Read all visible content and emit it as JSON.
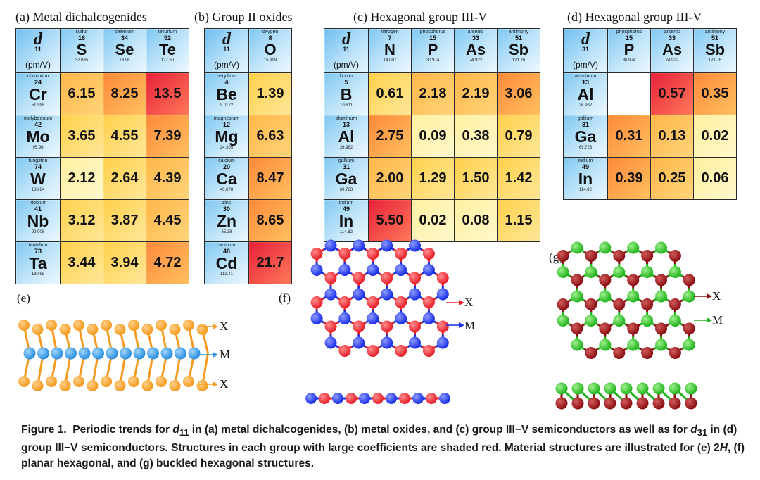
{
  "panels": [
    {
      "id": "a",
      "title": "(a) Metal dichalcogenides",
      "corner": {
        "d": "d",
        "sub": "11",
        "unit": "(pm/V)"
      },
      "cols": [
        {
          "name": "sulfur",
          "z": "16",
          "sym": "S",
          "mass": "32.065"
        },
        {
          "name": "selenium",
          "z": "34",
          "sym": "Se",
          "mass": "78.96"
        },
        {
          "name": "tellurium",
          "z": "52",
          "sym": "Te",
          "mass": "127.60"
        }
      ],
      "rows": [
        {
          "name": "chromium",
          "z": "24",
          "sym": "Cr",
          "mass": "51.996",
          "values": [
            "6.15",
            "8.25",
            "13.5"
          ],
          "levels": [
            3,
            4,
            6
          ]
        },
        {
          "name": "molybdenum",
          "z": "42",
          "sym": "Mo",
          "mass": "95.96",
          "values": [
            "3.65",
            "4.55",
            "7.39"
          ],
          "levels": [
            2,
            2,
            4
          ]
        },
        {
          "name": "tungsten",
          "z": "74",
          "sym": "W",
          "mass": "183.84",
          "values": [
            "2.12",
            "2.64",
            "4.39"
          ],
          "levels": [
            1,
            2,
            3
          ]
        },
        {
          "name": "niobium",
          "z": "41",
          "sym": "Nb",
          "mass": "92.906",
          "values": [
            "3.12",
            "3.87",
            "4.45"
          ],
          "levels": [
            2,
            2,
            3
          ]
        },
        {
          "name": "tantalum",
          "z": "73",
          "sym": "Ta",
          "mass": "180.95",
          "values": [
            "3.44",
            "3.94",
            "4.72"
          ],
          "levels": [
            2,
            2,
            4
          ]
        }
      ]
    },
    {
      "id": "b",
      "title": "(b) Group II oxides",
      "corner": {
        "d": "d",
        "sub": "11",
        "unit": "(pm/V)"
      },
      "cols": [
        {
          "name": "oxygen",
          "z": "8",
          "sym": "O",
          "mass": "15.999"
        }
      ],
      "rows": [
        {
          "name": "beryllium",
          "z": "4",
          "sym": "Be",
          "mass": "9.0122",
          "values": [
            "1.39"
          ],
          "levels": [
            2
          ]
        },
        {
          "name": "magnesium",
          "z": "12",
          "sym": "Mg",
          "mass": "24.305",
          "values": [
            "6.63"
          ],
          "levels": [
            3
          ]
        },
        {
          "name": "calcium",
          "z": "20",
          "sym": "Ca",
          "mass": "40.078",
          "values": [
            "8.47"
          ],
          "levels": [
            4
          ]
        },
        {
          "name": "zinc",
          "z": "30",
          "sym": "Zn",
          "mass": "65.38",
          "values": [
            "8.65"
          ],
          "levels": [
            4
          ]
        },
        {
          "name": "cadmium",
          "z": "48",
          "sym": "Cd",
          "mass": "112.41",
          "values": [
            "21.7"
          ],
          "levels": [
            6
          ]
        }
      ]
    },
    {
      "id": "c",
      "title": "(c) Hexagonal group III-V",
      "corner": {
        "d": "d",
        "sub": "11",
        "unit": "(pm/V)"
      },
      "cols": [
        {
          "name": "nitrogen",
          "z": "7",
          "sym": "N",
          "mass": "14.007"
        },
        {
          "name": "phosphorus",
          "z": "15",
          "sym": "P",
          "mass": "30.974"
        },
        {
          "name": "arsenic",
          "z": "33",
          "sym": "As",
          "mass": "74.922"
        },
        {
          "name": "antimony",
          "z": "51",
          "sym": "Sb",
          "mass": "121.76"
        }
      ],
      "rows": [
        {
          "name": "boron",
          "z": "5",
          "sym": "B",
          "mass": "10.811",
          "values": [
            "0.61",
            "2.18",
            "2.19",
            "3.06"
          ],
          "levels": [
            2,
            3,
            3,
            4
          ]
        },
        {
          "name": "aluminum",
          "z": "13",
          "sym": "Al",
          "mass": "26.982",
          "values": [
            "2.75",
            "0.09",
            "0.38",
            "0.79"
          ],
          "levels": [
            4,
            1,
            1,
            2
          ]
        },
        {
          "name": "gallium",
          "z": "31",
          "sym": "Ga",
          "mass": "69.723",
          "values": [
            "2.00",
            "1.29",
            "1.50",
            "1.42"
          ],
          "levels": [
            3,
            2,
            2,
            2
          ]
        },
        {
          "name": "indium",
          "z": "49",
          "sym": "In",
          "mass": "114.82",
          "values": [
            "5.50",
            "0.02",
            "0.08",
            "1.15"
          ],
          "levels": [
            6,
            1,
            1,
            2
          ]
        }
      ]
    },
    {
      "id": "d",
      "title": "(d) Hexagonal group III-V",
      "corner": {
        "d": "d",
        "sub": "31",
        "unit": "(pm/V)"
      },
      "cols": [
        {
          "name": "phosphorus",
          "z": "15",
          "sym": "P",
          "mass": "30.974"
        },
        {
          "name": "arsenic",
          "z": "33",
          "sym": "As",
          "mass": "74.922"
        },
        {
          "name": "antimony",
          "z": "51",
          "sym": "Sb",
          "mass": "121.76"
        }
      ],
      "rows": [
        {
          "name": "aluminum",
          "z": "13",
          "sym": "Al",
          "mass": "26.982",
          "values": [
            "",
            "0.57",
            "0.35"
          ],
          "levels": [
            0,
            6,
            4
          ]
        },
        {
          "name": "gallium",
          "z": "31",
          "sym": "Ga",
          "mass": "69.723",
          "values": [
            "0.31",
            "0.13",
            "0.02"
          ],
          "levels": [
            4,
            3,
            1
          ]
        },
        {
          "name": "indium",
          "z": "49",
          "sym": "In",
          "mass": "114.82",
          "values": [
            "0.39",
            "0.25",
            "0.06"
          ],
          "levels": [
            4,
            3,
            1
          ]
        }
      ]
    }
  ],
  "structures": {
    "e": {
      "label": "(e)",
      "arrows": [
        "X",
        "M",
        "X"
      ],
      "colors": {
        "X": "#f59a1e",
        "M": "#2a8fe0"
      }
    },
    "f": {
      "label": "(f)",
      "arrows": [
        "X",
        "M"
      ],
      "colors": {
        "X": "#e8202a",
        "M": "#1a2ee8"
      }
    },
    "g": {
      "label": "(g)",
      "arrows": [
        "X",
        "M"
      ],
      "colors": {
        "X": "#8b0f12",
        "M": "#22b41e"
      }
    }
  },
  "caption": {
    "fig": "Figure 1.",
    "t1": "Periodic trends for ",
    "d": "d",
    "sub1": "11",
    "t2": " in (a) metal dichalcogenides, (b) metal oxides, and (c) group III−V semiconductors as well as for ",
    "sub2": "31",
    "t3": " in (d) group III−V semiconductors. Structures in each group with large coefficients are shaded red. Material structures are illustrated for (e) 2",
    "h": "H",
    "t4": ", (f) planar hexagonal, and (g) buckled hexagonal structures."
  }
}
